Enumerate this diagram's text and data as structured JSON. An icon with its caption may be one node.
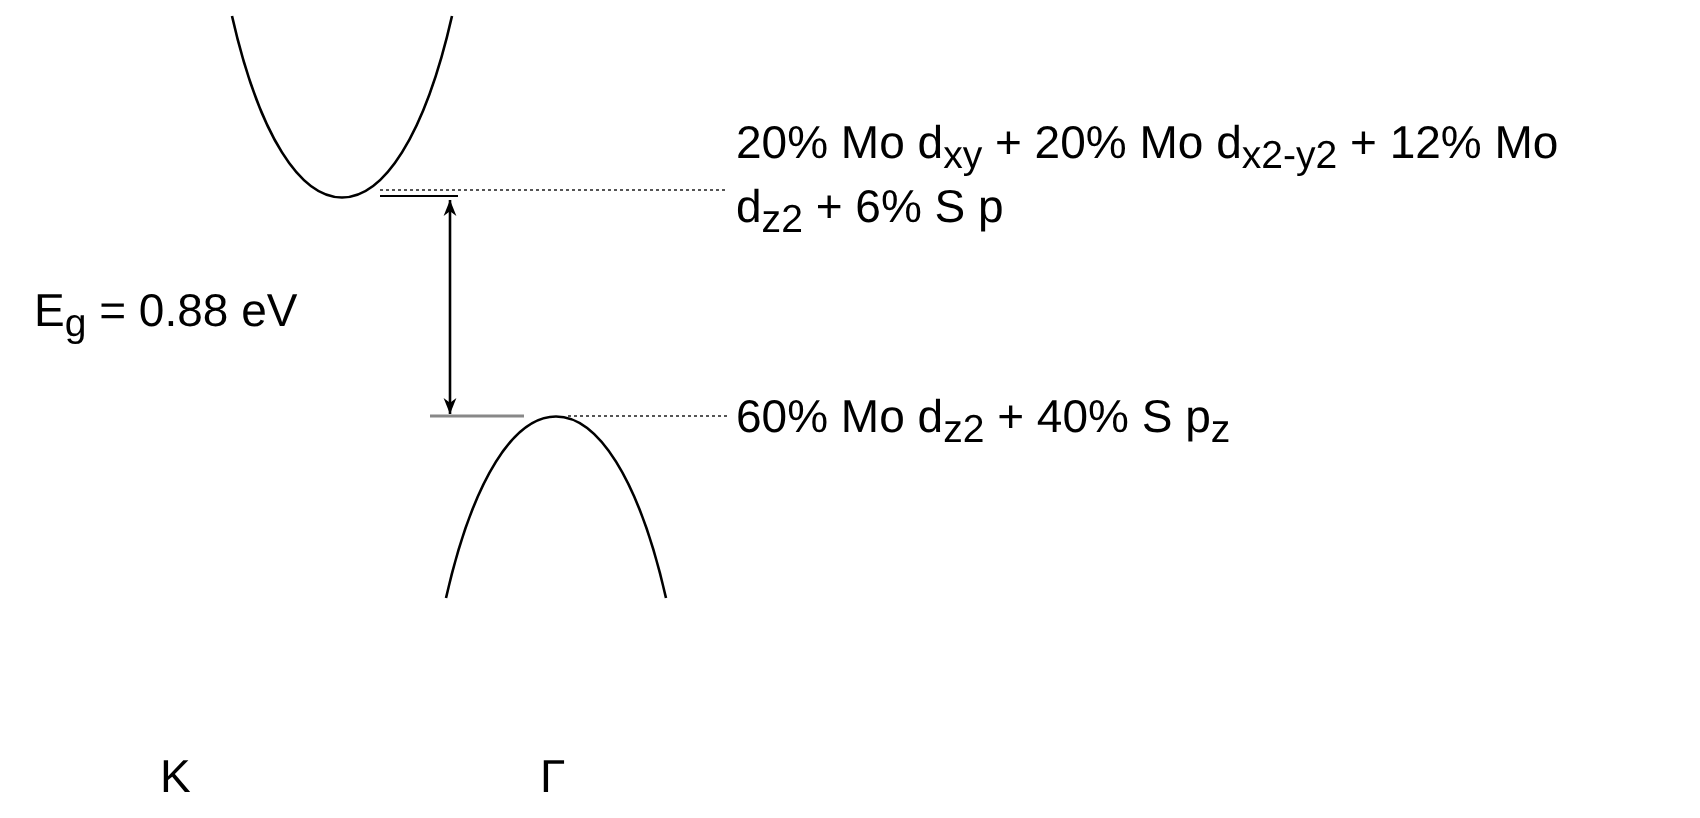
{
  "diagram": {
    "nodes": [
      {
        "text": [],
        "shape": "curve"
      },
      {
        "text": [],
        "shape": "curve"
      },
      {
        "text": [
          "20% Mo d$_{xy}$ + 20% Mo d$_{x2-y2}$ + 12% Mo d$_{z2}$ + 6% S p"
        ]
      },
      {
        "text": [
          "60% Mo d$_{z2}$ + 40% S p$_{z}$"
        ]
      }
    ],
    "edges": [
      {
        "from": 0,
        "to": 2,
        "arrow": "none",
        "style": "dashed"
      },
      {
        "from": 1,
        "to": 3,
        "arrow": "none",
        "style": "dashed"
      },
      {
        "from": 0,
        "to": 1,
        "arrow": "both"
      }
    ],
    "labels": [
      "E$_{g}$ = 0.88 eV",
      "K",
      "Γ"
    ]
  }
}
